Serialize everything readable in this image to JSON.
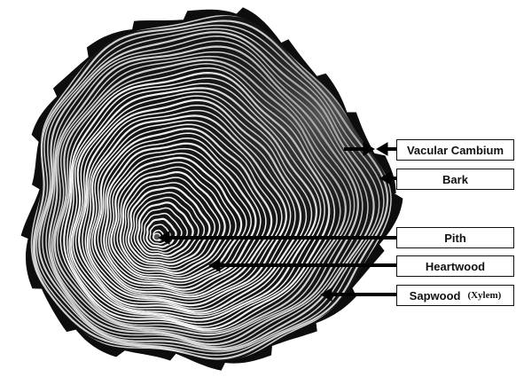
{
  "diagram": {
    "labels": {
      "vascular_cambium": "Vacular Cambium",
      "bark": "Bark",
      "pith": "Pith",
      "heartwood": "Heartwood",
      "sapwood": "Sapwood",
      "sapwood_note": "(Xylem)"
    },
    "colors": {
      "bark": "#0d0d0d",
      "ring_light": "#ffffff",
      "ring_dark": "#1a1a1a",
      "sapwood_shade": "#6e6e6e",
      "leader_line": "#000000",
      "background": "#ffffff"
    }
  }
}
